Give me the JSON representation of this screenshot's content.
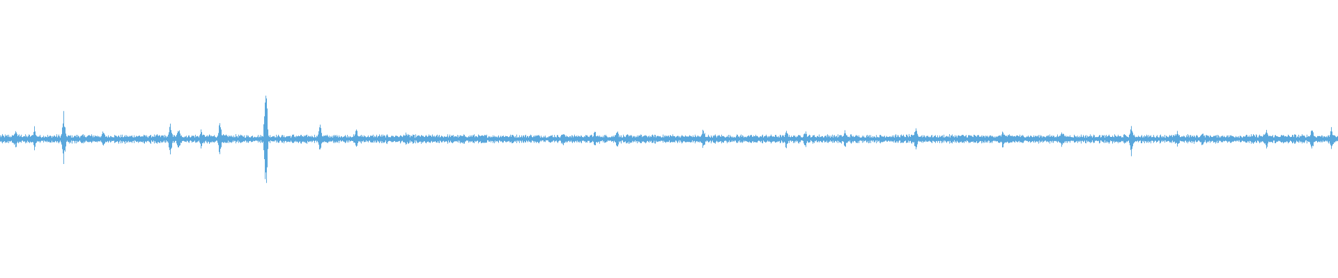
{
  "waveform": {
    "color": "#5aa7dc",
    "background": "#ffffff",
    "amplitude_range": [
      -1,
      1
    ],
    "baseline_amplitude": 0.03,
    "peaks": [
      {
        "position": 0.0115,
        "amplitude": 0.09
      },
      {
        "position": 0.0255,
        "amplitude": 0.1
      },
      {
        "position": 0.0475,
        "amplitude": 0.22
      },
      {
        "position": 0.077,
        "amplitude": 0.08
      },
      {
        "position": 0.127,
        "amplitude": 0.16
      },
      {
        "position": 0.1335,
        "amplitude": 0.1
      },
      {
        "position": 0.15,
        "amplitude": 0.08
      },
      {
        "position": 0.164,
        "amplitude": 0.15
      },
      {
        "position": 0.1985,
        "amplitude": 0.48
      },
      {
        "position": 0.239,
        "amplitude": 0.14
      },
      {
        "position": 0.266,
        "amplitude": 0.09
      },
      {
        "position": 0.303,
        "amplitude": 0.07
      },
      {
        "position": 0.383,
        "amplitude": 0.06
      },
      {
        "position": 0.421,
        "amplitude": 0.07
      },
      {
        "position": 0.4445,
        "amplitude": 0.08
      },
      {
        "position": 0.461,
        "amplitude": 0.08
      },
      {
        "position": 0.5255,
        "amplitude": 0.1
      },
      {
        "position": 0.5875,
        "amplitude": 0.09
      },
      {
        "position": 0.6015,
        "amplitude": 0.08
      },
      {
        "position": 0.6315,
        "amplitude": 0.08
      },
      {
        "position": 0.6845,
        "amplitude": 0.12
      },
      {
        "position": 0.7495,
        "amplitude": 0.09
      },
      {
        "position": 0.793,
        "amplitude": 0.08
      },
      {
        "position": 0.8455,
        "amplitude": 0.15
      },
      {
        "position": 0.8795,
        "amplitude": 0.08
      },
      {
        "position": 0.8985,
        "amplitude": 0.07
      },
      {
        "position": 0.9465,
        "amplitude": 0.09
      },
      {
        "position": 0.98,
        "amplitude": 0.11
      },
      {
        "position": 0.995,
        "amplitude": 0.09
      }
    ]
  }
}
